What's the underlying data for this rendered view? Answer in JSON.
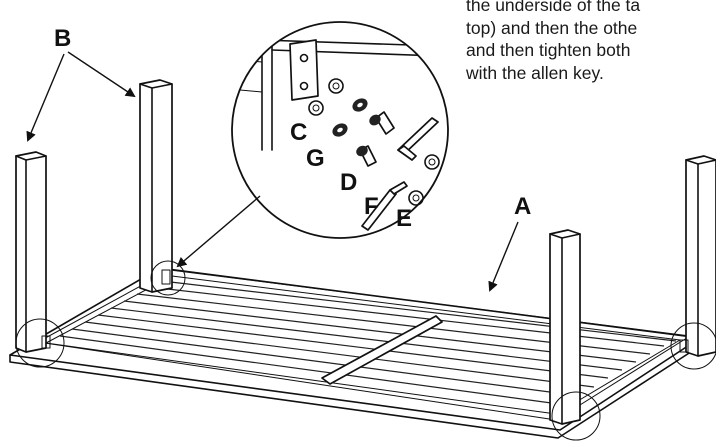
{
  "instructions": {
    "lines": [
      "the underside of the ta",
      "top) and then the othe",
      "and then tighten both",
      "with the allen key."
    ]
  },
  "callouts": {
    "A": "A",
    "B": "B",
    "C": "C",
    "D": "D",
    "E": "E",
    "F": "F",
    "G": "G"
  }
}
